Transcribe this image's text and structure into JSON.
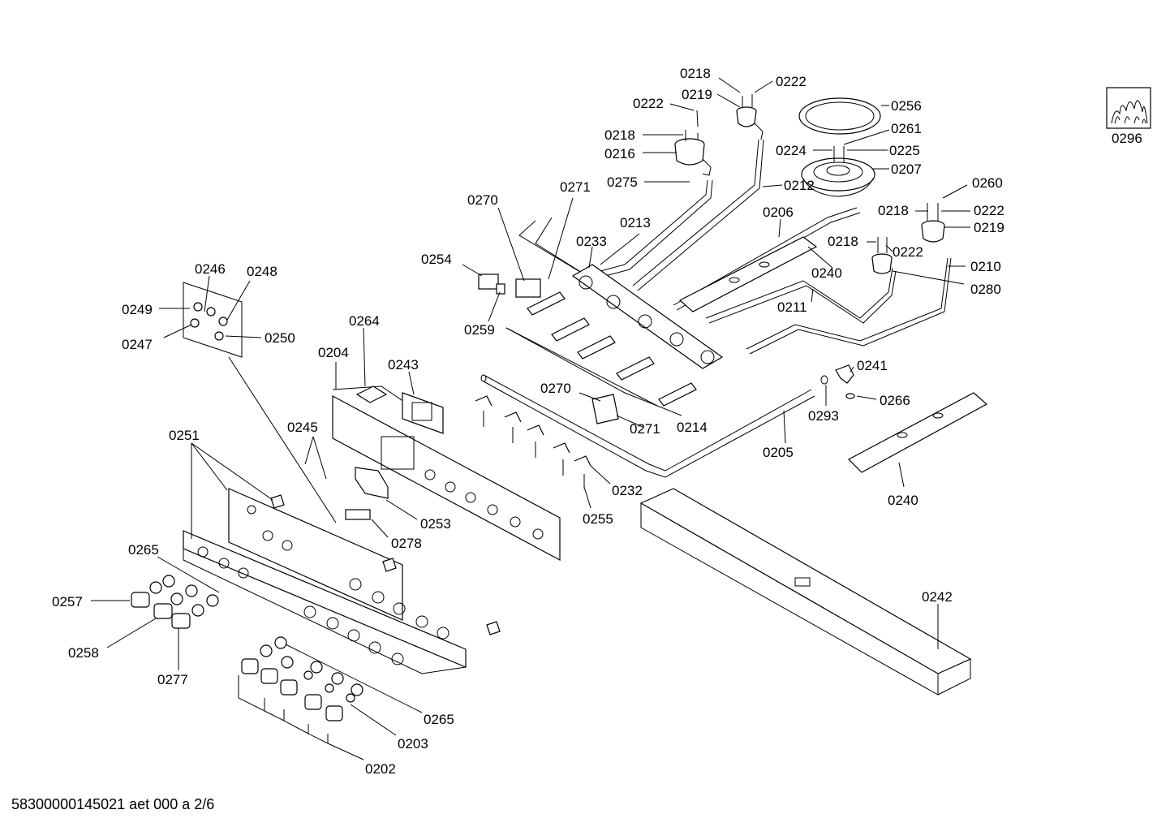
{
  "footer": "58300000145021 aet 000 a 2/6",
  "legend": {
    "label": "0296",
    "icon": "flame-icon"
  },
  "labels": {
    "p0218a": "0218",
    "p0222a": "0222",
    "p0219a": "0219",
    "p0256": "0256",
    "p0222b": "0222",
    "p0261": "0261",
    "p0218b": "0218",
    "p0216": "0216",
    "p0224": "0224",
    "p0225": "0225",
    "p0207": "0207",
    "p0275": "0275",
    "p0212": "0212",
    "p0260": "0260",
    "p0270a": "0270",
    "p0271a": "0271",
    "p0206": "0206",
    "p0218c": "0218",
    "p0222c": "0222",
    "p0213": "0213",
    "p0219b": "0219",
    "p0254": "0254",
    "p0233": "0233",
    "p0218d": "0218",
    "p0222d": "0222",
    "p0210": "0210",
    "p0246": "0246",
    "p0248": "0248",
    "p0240a": "0240",
    "p0280": "0280",
    "p0249": "0249",
    "p0259": "0259",
    "p0211": "0211",
    "p0250": "0250",
    "p0264": "0264",
    "p0247": "0247",
    "p0204": "0204",
    "p0243": "0243",
    "p0241": "0241",
    "p0270b": "0270",
    "p0266": "0266",
    "p0245": "0245",
    "p0293": "0293",
    "p0271b": "0271",
    "p0214": "0214",
    "p0251": "0251",
    "p0205": "0205",
    "p0232": "0232",
    "p0240b": "0240",
    "p0253": "0253",
    "p0255": "0255",
    "p0278": "0278",
    "p0265a": "0265",
    "p0242": "0242",
    "p0257": "0257",
    "p0258": "0258",
    "p0277": "0277",
    "p0265b": "0265",
    "p0203": "0203",
    "p0202": "0202"
  }
}
